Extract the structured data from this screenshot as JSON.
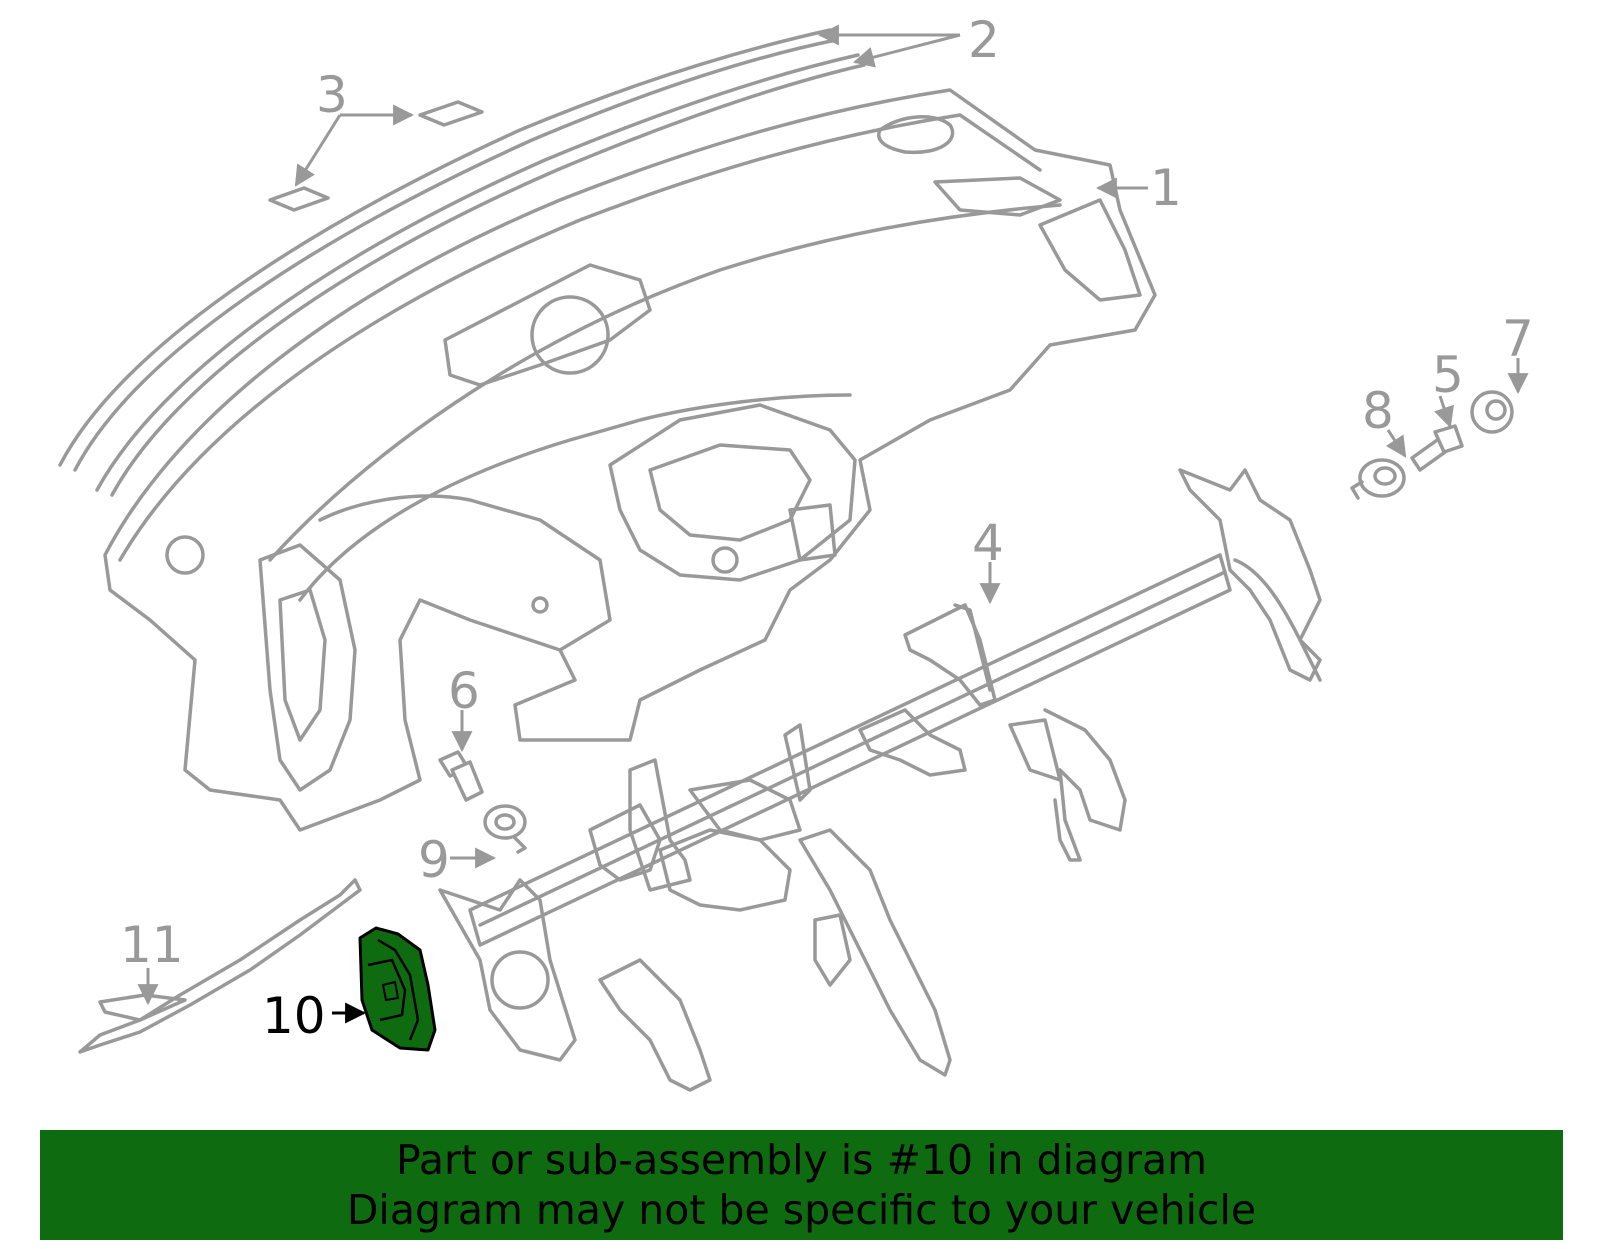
{
  "callouts": {
    "c1": "1",
    "c2": "2",
    "c3": "3",
    "c4": "4",
    "c5": "5",
    "c6": "6",
    "c7": "7",
    "c8": "8",
    "c9": "9",
    "c10": "10",
    "c11": "11"
  },
  "highlight_color": "#0f6b0f",
  "outline_color": "#999999",
  "banner": {
    "line1": "Part or sub-assembly is #10 in diagram",
    "line2": "Diagram may not be specific to your vehicle"
  }
}
